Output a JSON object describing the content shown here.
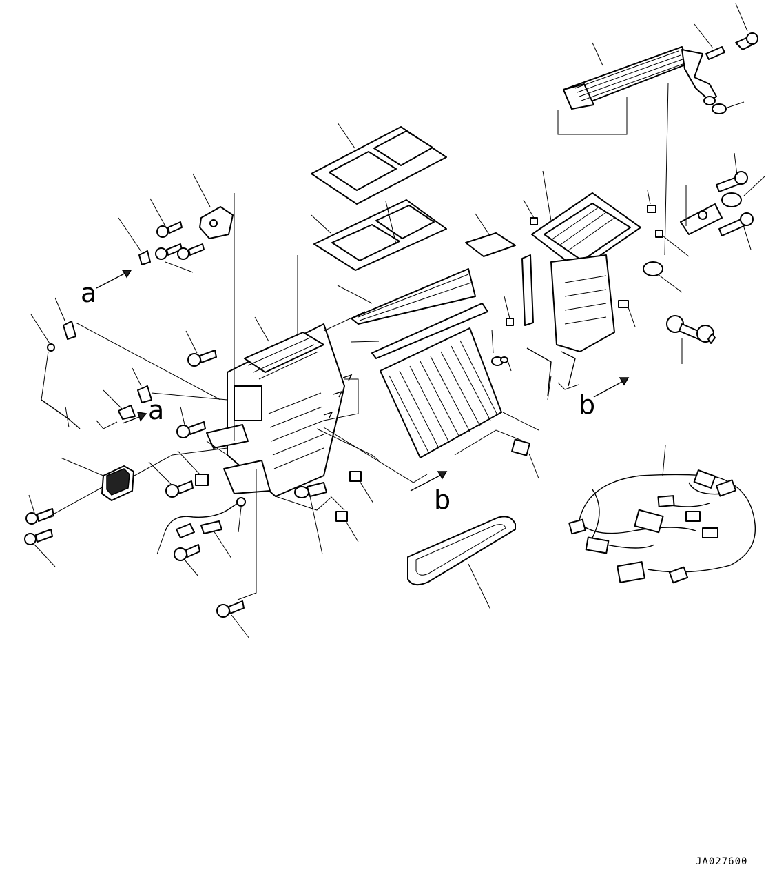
{
  "view_labels": {
    "a_left": "a",
    "a_mid": "a",
    "b_right": "b",
    "b_bottom": "b"
  },
  "drawing_code": "JA027600"
}
